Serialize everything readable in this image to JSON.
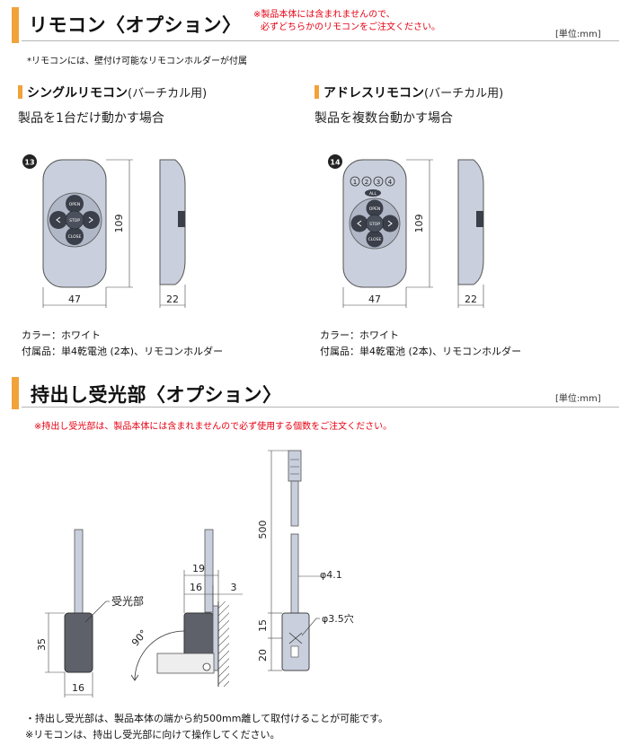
{
  "remote_section": {
    "title": "リモコン〈オプション〉",
    "note_line1": "※製品本体には含まれませんので、",
    "note_line2": "必ずどちらかのリモコンをご注文ください。",
    "unit": "[単位:mm]",
    "holder_note": "*リモコンには、壁付け可能なリモコンホルダーが付属"
  },
  "single_remote": {
    "title": "シングルリモコン",
    "title_suffix": "(バーチカル用)",
    "desc": "製品を1台だけ動かす場合",
    "badge": "13",
    "dim_height": "109",
    "dim_width": "47",
    "dim_depth": "22",
    "btn_open": "OPEN",
    "btn_stop": "STOP",
    "btn_close": "CLOSE",
    "color_line": "カラー：ホワイト",
    "accessory_line": "付属品：単4乾電池 (2本)、リモコンホルダー"
  },
  "address_remote": {
    "title": "アドレスリモコン",
    "title_suffix": "(バーチカル用)",
    "desc": "製品を複数台動かす場合",
    "badge": "14",
    "dim_height": "109",
    "dim_width": "47",
    "dim_depth": "22",
    "channels": [
      "1",
      "2",
      "3",
      "4"
    ],
    "btn_all": "ALL",
    "btn_open": "OPEN",
    "btn_stop": "STOP",
    "btn_close": "CLOSE",
    "color_line": "カラー：ホワイト",
    "accessory_line": "付属品：単4乾電池 (2本)、リモコンホルダー"
  },
  "receiver_section": {
    "title": "持出し受光部〈オプション〉",
    "unit": "[単位:mm]",
    "note": "※持出し受光部は、製品本体には含まれませんので必ず使用する個数をご注文ください。",
    "label_receiver": "受光部",
    "dim_35": "35",
    "dim_16_bottom": "16",
    "angle": "90°",
    "dim_19": "19",
    "dim_16_top": "16",
    "dim_3": "3",
    "dim_500": "500",
    "dim_phi41": "φ4.1",
    "dim_15": "15",
    "dim_phi35": "φ3.5穴",
    "dim_20": "20",
    "footnote1": "・持出し受光部は、製品本体の端から約500mm離して取付けることが可能です。",
    "footnote2": "※リモコンは、持出し受光部に向けて操作してください。"
  },
  "colors": {
    "accent_orange": "#f2a23a",
    "note_red": "#e60012",
    "remote_fill": "#c9cfdc"
  }
}
